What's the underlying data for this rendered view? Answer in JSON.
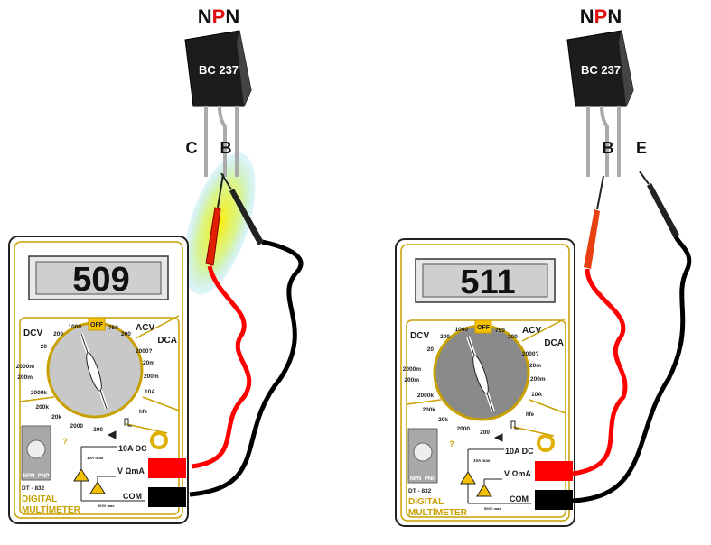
{
  "transistors": [
    {
      "type_n1": "N",
      "type_p": "P",
      "type_n2": "N",
      "part": "BC 237",
      "pin_left": "C",
      "pin_right": "B"
    },
    {
      "type_n1": "N",
      "type_p": "P",
      "type_n2": "N",
      "part": "BC 237",
      "pin_left": "B",
      "pin_right": "E"
    }
  ],
  "meters": [
    {
      "display": "509",
      "dial_color": "#c8c8c8"
    },
    {
      "display": "511",
      "dial_color": "#8a8a8a"
    }
  ],
  "meter_labels": {
    "dcv": "DCV",
    "acv": "ACV",
    "dca": "DCA",
    "off": "OFF",
    "hfe": "hfe",
    "dcv_ranges": [
      "1000",
      "200",
      "20",
      "2000m",
      "200m"
    ],
    "ohm_ranges": [
      "2000k",
      "200k",
      "20k",
      "2000",
      "200"
    ],
    "acv_ranges": [
      "750",
      "200"
    ],
    "dca_ranges": [
      "2000?",
      "20m",
      "200m",
      "10A"
    ],
    "ohm_symbol": "?",
    "jack_10a": "10A DC",
    "jack_10a_max": "10A max",
    "jack_vma": "V ΩmA",
    "jack_com": "COM",
    "com_max": "500V max",
    "model": "DT - 832",
    "brand_line1": "DIGITAL",
    "brand_line2": "MULTİMETER",
    "npn": "NPN",
    "pnp": "PNP"
  },
  "colors": {
    "body": "#ffffff",
    "trim": "#c8a000",
    "red": "#ff0000",
    "black": "#111111",
    "npn_red": "#e01010"
  }
}
